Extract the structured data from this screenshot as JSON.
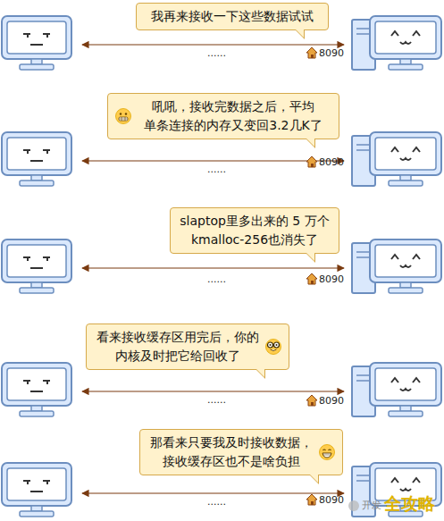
{
  "diagram": {
    "nodes": [
      {
        "text": [
          "我再来接收一下这些数据试试"
        ]
      },
      {
        "text": [
          "吼吼，接收完数据之后，平均 单条连接的内存又变回3.2几K了"
        ]
      },
      {
        "text": [
          "slaptop里多出来的 5 万个 kmalloc-256也消失了"
        ]
      },
      {
        "text": [
          "看来接收缓存区用完后，你的 内核及时把它给回收了"
        ]
      },
      {
        "text": [
          "那看来只要我及时接收数据， 接收缓存区也不是啥负担"
        ]
      }
    ],
    "labels": [
      "......",
      "8090",
      "......",
      "8090",
      "......",
      "8090",
      "......",
      "8090",
      "......",
      "8090",
      "开发",
      "全攻略"
    ]
  }
}
